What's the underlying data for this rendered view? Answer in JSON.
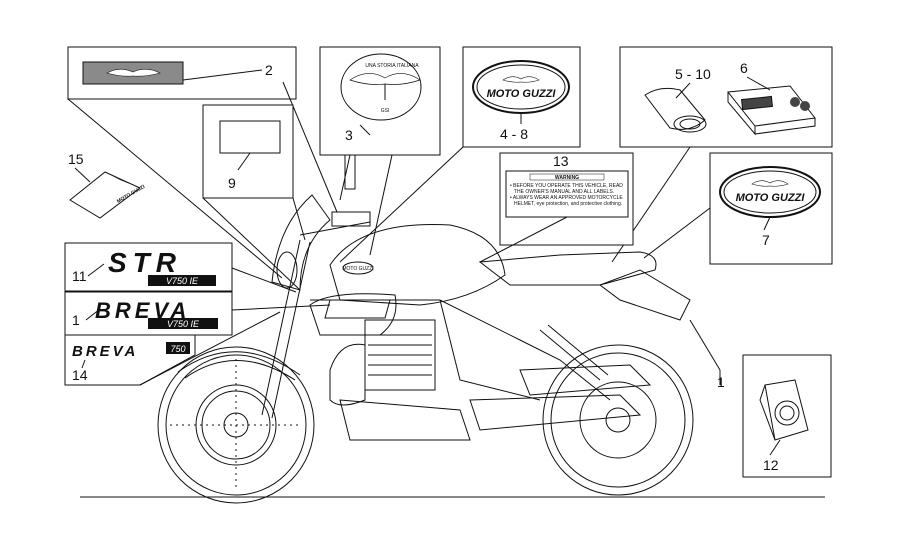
{
  "callouts": {
    "c1": "1",
    "c1b": "1",
    "c2": "2",
    "c3": "3",
    "c4": "4 - 8",
    "c5": "5 - 10",
    "c6": "6",
    "c7": "7",
    "c9": "9",
    "c11": "11",
    "c12": "12",
    "c13": "13",
    "c14": "14",
    "c15": "15"
  },
  "stickers": {
    "moto_guzzi": "MOTO GUZZI",
    "moto_guzzi_small": "MOTO GUZZI",
    "una_storia": "UNA STORIA ITALIANA",
    "str": "STR",
    "v750ie": "V750 IE",
    "breva": "BREVA",
    "breva_small": "BREVA",
    "model_750": "750",
    "warning_title": "WARNING",
    "warning_line1": "• BEFORE YOU OPERATE THIS VEHICLE, READ",
    "warning_line2": "THE OWNER'S MANUAL AND ALL LABELS.",
    "warning_line3": "• ALWAYS WEAR AN APPROVED MOTORCYCLE",
    "warning_line4": "HELMET, eye protection, and protective clothing."
  },
  "colors": {
    "line": "#111111",
    "background": "#ffffff",
    "badge_gray": "#8a8a8a"
  },
  "icons": [
    "eagle-emblem-icon",
    "motorcycle-line-drawing",
    "manual-book-icon",
    "tool-pouch-icon"
  ]
}
